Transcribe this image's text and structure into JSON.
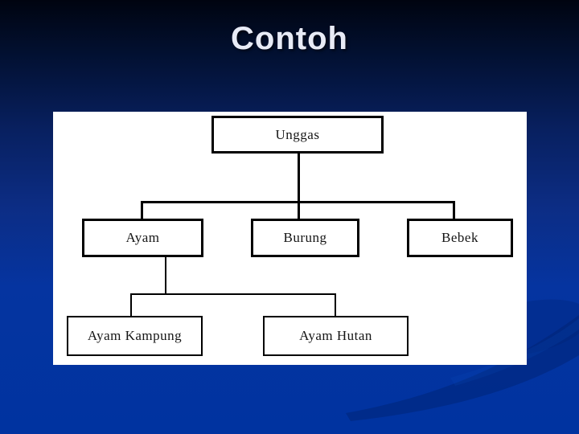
{
  "slide": {
    "title": "Contoh"
  },
  "diagram": {
    "nodes": [
      {
        "id": "unggas",
        "label": "Unggas"
      },
      {
        "id": "ayam",
        "label": "Ayam"
      },
      {
        "id": "burung",
        "label": "Burung"
      },
      {
        "id": "bebek",
        "label": "Bebek"
      },
      {
        "id": "ayam-kampung",
        "label": "Ayam Kampung"
      },
      {
        "id": "ayam-hutan",
        "label": "Ayam Hutan"
      }
    ],
    "edges": [
      {
        "from": "unggas",
        "to": "ayam"
      },
      {
        "from": "unggas",
        "to": "burung"
      },
      {
        "from": "unggas",
        "to": "bebek"
      },
      {
        "from": "ayam",
        "to": "ayam-kampung"
      },
      {
        "from": "ayam",
        "to": "ayam-hutan"
      }
    ]
  },
  "colors": {
    "background_top": "#000410",
    "background_bottom": "#0033a0",
    "panel_background": "#ffffff",
    "box_border": "#000000",
    "title_text": "#e8ebf6",
    "swoosh": "#00216e"
  }
}
